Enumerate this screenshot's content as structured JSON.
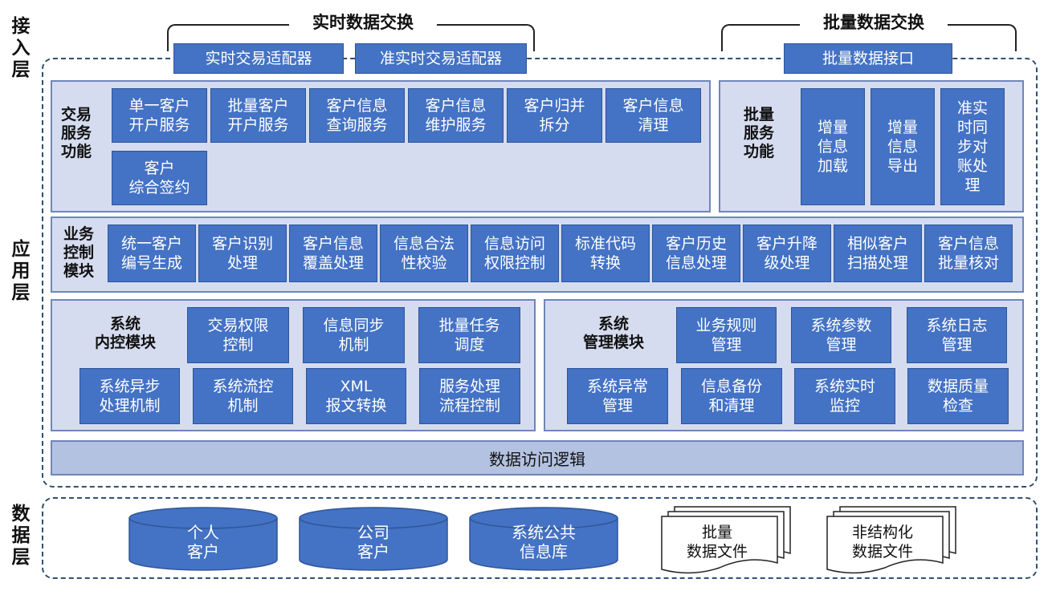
{
  "layers": {
    "access": "接\n入\n层",
    "application": "应\n用\n层",
    "data": "数\n据\n层"
  },
  "access": {
    "realtime_title": "实时数据交换",
    "batch_title": "批量数据交换",
    "adapters": [
      "实时交易适配器",
      "准实时交易适配器"
    ],
    "batch_interface": "批量数据接口"
  },
  "transaction": {
    "label": "交易\n服务\n功能",
    "items": [
      "单一客户\n开户服务",
      "批量客户\n开户服务",
      "客户信息\n查询服务",
      "客户信息\n维护服务",
      "客户归并\n拆分",
      "客户信息\n清理",
      "客户\n综合签约"
    ]
  },
  "batch_service": {
    "label": "批量\n服务\n功能",
    "items": [
      "增量\n信息\n加载",
      "增量\n信息\n导出",
      "准实\n时同\n步对\n账处\n理"
    ]
  },
  "business": {
    "label": "业务\n控制\n模块",
    "items": [
      "统一客户\n编号生成",
      "客户识别\n处理",
      "客户信息\n覆盖处理",
      "信息合法\n性校验",
      "信息访问\n权限控制",
      "标准代码\n转换",
      "客户历史\n信息处理",
      "客户升降\n级处理",
      "相似客户\n扫描处理",
      "客户信息\n批量核对"
    ]
  },
  "internal": {
    "label": "系统\n内控模块",
    "items": [
      "交易权限\n控制",
      "信息同步\n机制",
      "批量任务\n调度",
      "系统异步\n处理机制",
      "系统流控\n机制",
      "XML\n报文转换",
      "服务处理\n流程控制"
    ]
  },
  "management": {
    "label": "系统\n管理模块",
    "items": [
      "业务规则\n管理",
      "系统参数\n管理",
      "系统日志\n管理",
      "系统异常\n管理",
      "信息备份\n和清理",
      "系统实时\n监控",
      "数据质量\n检查"
    ]
  },
  "data_access": "数据访问逻辑",
  "databases": [
    "个人\n客户",
    "公司\n客户",
    "系统公共\n信息库"
  ],
  "files": [
    "批量\n数据文件",
    "非结构化\n数据文件"
  ],
  "colors": {
    "box_fill": "#4472c4",
    "panel_fill": "#d6dcef",
    "strip_fill": "#b4c2e2",
    "border": "#2f4f75"
  }
}
